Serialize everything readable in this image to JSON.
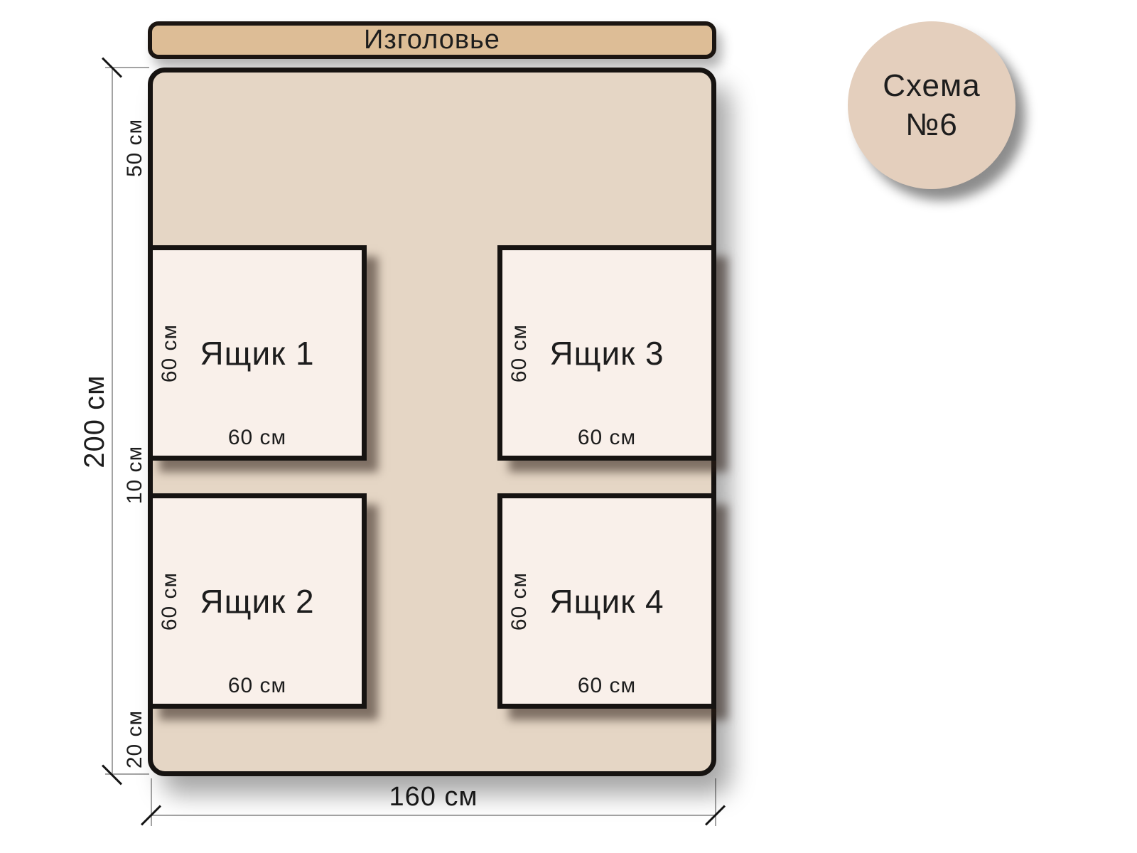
{
  "badge": {
    "title_line1": "Схема",
    "title_line2": "№6"
  },
  "headboard": {
    "label": "Изголовье"
  },
  "drawers": [
    {
      "label": "Ящик 1",
      "height_label": "60 см",
      "width_label": "60 см"
    },
    {
      "label": "Ящик 2",
      "height_label": "60 см",
      "width_label": "60 см"
    },
    {
      "label": "Ящик 3",
      "height_label": "60 см",
      "width_label": "60 см"
    },
    {
      "label": "Ящик 4",
      "height_label": "60 см",
      "width_label": "60 см"
    }
  ],
  "dimensions": {
    "total_height_label": "200 см",
    "total_width_label": "160 см",
    "headboard_offset_label": "50 см",
    "between_rows_label": "10 см",
    "foot_offset_label": "20 см"
  },
  "colors": {
    "bed_fill": "#e5d6c5",
    "headboard_fill": "#ddbd96",
    "drawer_fill": "#f9f0ea",
    "badge_fill": "#e4cfbd",
    "outline": "#161311",
    "dimension_line": "#a3a3a3",
    "text": "#1d1d1d"
  }
}
